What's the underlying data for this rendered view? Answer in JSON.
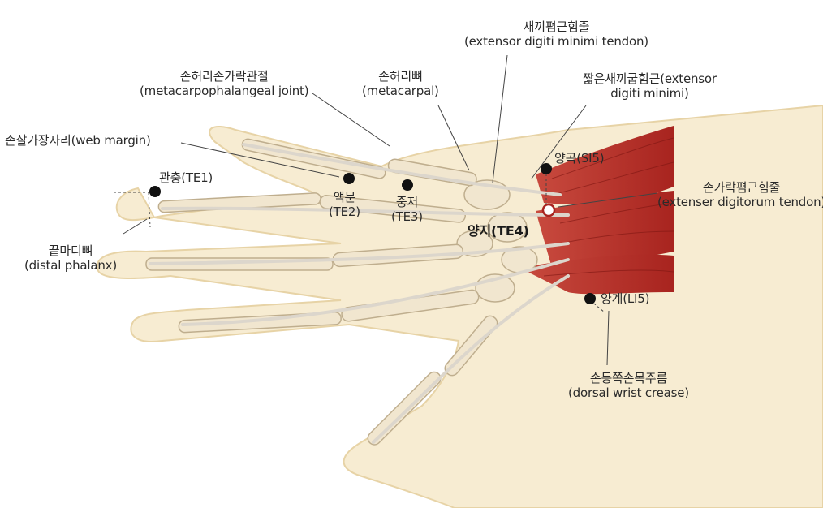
{
  "labels": {
    "edm_tendon_ko": "새끼폄근힘줄",
    "edm_tendon_en": "(extensor digiti minimi tendon)",
    "mcp_ko": "손허리손가락관절",
    "mcp_en": "(metacarpophalangeal joint)",
    "metacarpal_ko": "손허리뼈",
    "metacarpal_en": "(metacarpal)",
    "edm_line1": "짧은새끼굽힘근(extensor",
    "edm_line2": "digiti minimi)",
    "web_margin": "손살가장자리(web margin)",
    "yanggok": "양곡(SI5)",
    "guanchong": "관충(TE1)",
    "edc_ko": "손가락폄근힘줄",
    "edc_en": "(extenser digitorum tendon)",
    "yemen_ko": "액문",
    "yemen_code": "(TE2)",
    "zhongzhu_ko": "중저",
    "zhongzhu_code": "(TE3)",
    "yangchi": "양지(TE4)",
    "distal_ko": "끝마디뼈",
    "distal_en": "(distal phalanx)",
    "yangxi": "양계(LI5)",
    "crease_ko": "손등쪽손목주름",
    "crease_en": "(dorsal wrist crease)"
  },
  "colors": {
    "skin": "#f7ecd2",
    "skin_edge": "#e7d3a6",
    "bone": "#f1e6cf",
    "bone_edge": "#bfae8e",
    "tendon": "#dcd6cc",
    "muscle": "#b8322c",
    "point": "#111111",
    "leader": "#444444"
  }
}
